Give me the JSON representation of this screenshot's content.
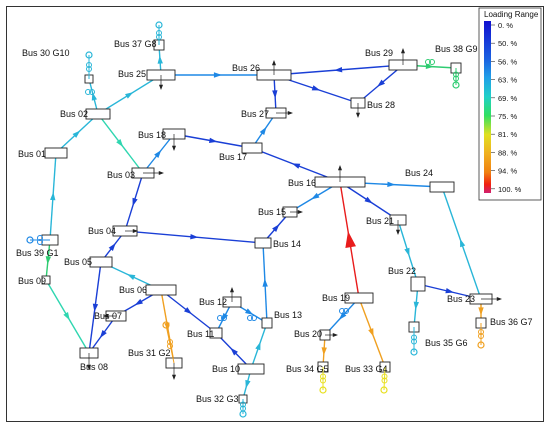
{
  "legend": {
    "title": "Loading Range",
    "ticks": [
      "0. %",
      "50. %",
      "56. %",
      "63. %",
      "69. %",
      "75. %",
      "81. %",
      "88. %",
      "94. %",
      "100. %"
    ],
    "stops": [
      "#1010d0",
      "#1a60e0",
      "#20a0e8",
      "#20d0c8",
      "#30e060",
      "#e0e020",
      "#f0b020",
      "#f08010",
      "#f02010",
      "#d02070"
    ]
  },
  "colors": {
    "blue": "#1a3fd6",
    "sky": "#1e88e5",
    "cyan": "#29b6d8",
    "teal": "#2fd6b0",
    "green": "#2ecc71",
    "orange": "#f0a020",
    "yellow": "#e8e020",
    "red": "#e81c1c",
    "stroke": "#222222"
  },
  "labels": {
    "b01": "Bus 01",
    "b02": "Bus 02",
    "b03": "Bus 03",
    "b04": "Bus 04",
    "b05": "Bus 05",
    "b06": "Bus 06",
    "b07": "Bus 07",
    "b08": "Bus 08",
    "b09": "Bus 09",
    "b10": "Bus 10",
    "b11": "Bus 11",
    "b12": "Bus 12",
    "b13": "Bus 13",
    "b14": "Bus 14",
    "b15": "Bus 15",
    "b16": "Bus 16",
    "b17": "Bus 17",
    "b18": "Bus 18",
    "b19": "Bus 19",
    "b20": "Bus 20",
    "b21": "Bus 21",
    "b22": "Bus 22",
    "b23": "Bus 23",
    "b24": "Bus 24",
    "b25": "Bus 25",
    "b26": "Bus 26",
    "b27": "Bus 27",
    "b28": "Bus 28",
    "b29": "Bus 29",
    "b30": "Bus 30 G10",
    "b31": "Bus 31 G2",
    "b32": "Bus 32 G3",
    "b33": "Bus 33 G4",
    "b34": "Bus 34 G5",
    "b35": "Bus 35 G6",
    "b36": "Bus 36 G7",
    "b37": "Bus 37 G8",
    "b38": "Bus 38 G9",
    "b39": "Bus 39 G1"
  }
}
